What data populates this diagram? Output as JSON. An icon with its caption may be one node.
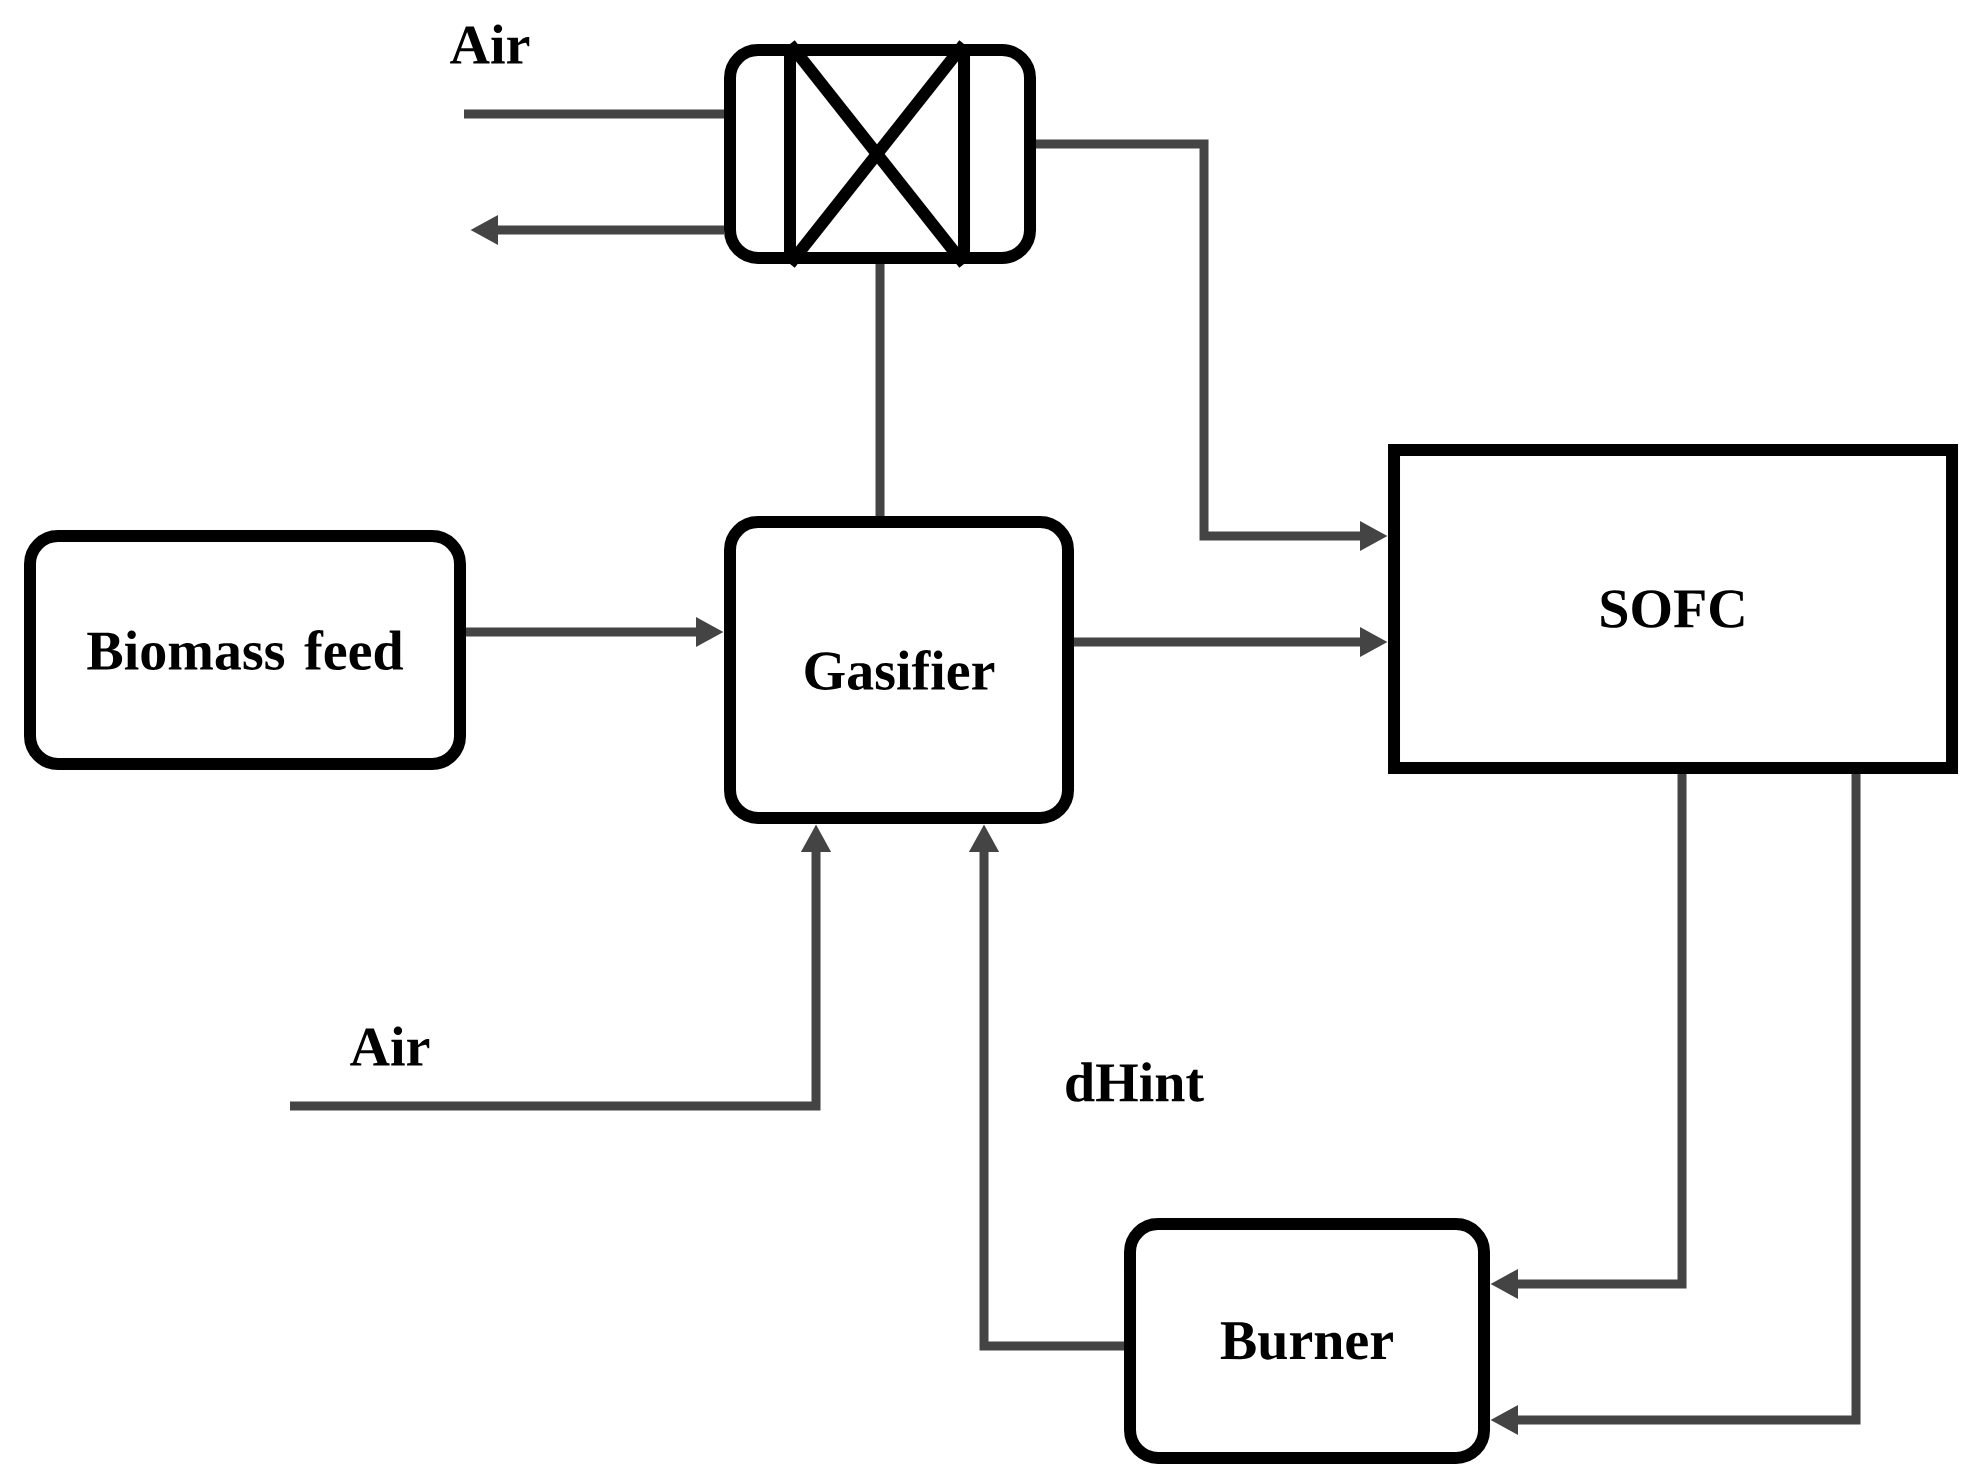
{
  "diagram": {
    "nodes": [
      {
        "text": [],
        "shape": "box"
      },
      {
        "text": [
          "Biomass feed"
        ]
      },
      {
        "text": [
          "Gasifier"
        ]
      },
      {
        "text": [
          "SOFC"
        ]
      },
      {
        "text": [
          "Burner"
        ]
      }
    ],
    "edges": [
      {
        "from": null,
        "to": 0,
        "arrow": "none",
        "label": "Air"
      },
      {
        "from": 0,
        "to": null,
        "arrow": "to"
      },
      {
        "from": 0,
        "to": 3,
        "arrow": "to"
      },
      {
        "from": 2,
        "to": 0,
        "arrow": "none"
      },
      {
        "from": 1,
        "to": 2,
        "arrow": "to"
      },
      {
        "from": 2,
        "to": 3,
        "arrow": "to"
      },
      {
        "from": null,
        "to": 2,
        "arrow": "to",
        "label": "Air"
      },
      {
        "from": 4,
        "to": 2,
        "arrow": "to",
        "label": "dHint"
      },
      {
        "from": 3,
        "to": 4,
        "arrow": "to"
      },
      {
        "from": 3,
        "to": 4,
        "arrow": "to"
      }
    ]
  }
}
